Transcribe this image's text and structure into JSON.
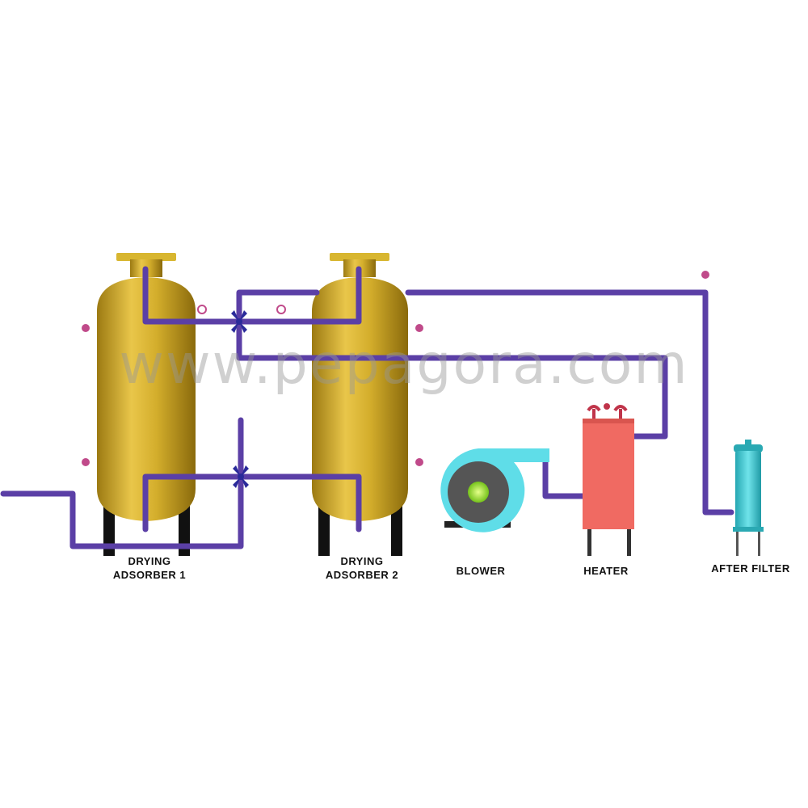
{
  "watermark": "www.pepagora.com",
  "labels": {
    "adsorber1_line1": "DRYING",
    "adsorber1_line2": "ADSORBER 1",
    "adsorber2_line1": "DRYING",
    "adsorber2_line2": "ADSORBER 2",
    "blower": "BLOWER",
    "heater": "HEATER",
    "after_filter": "AFTER FILTER"
  },
  "colors": {
    "pipe": "#5b3fa6",
    "vessel": "#c9a31e",
    "heater": "#f06a62",
    "blower_casing": "#5fdde8",
    "filter": "#3cc7cf",
    "valve": "#2a2a9a"
  }
}
